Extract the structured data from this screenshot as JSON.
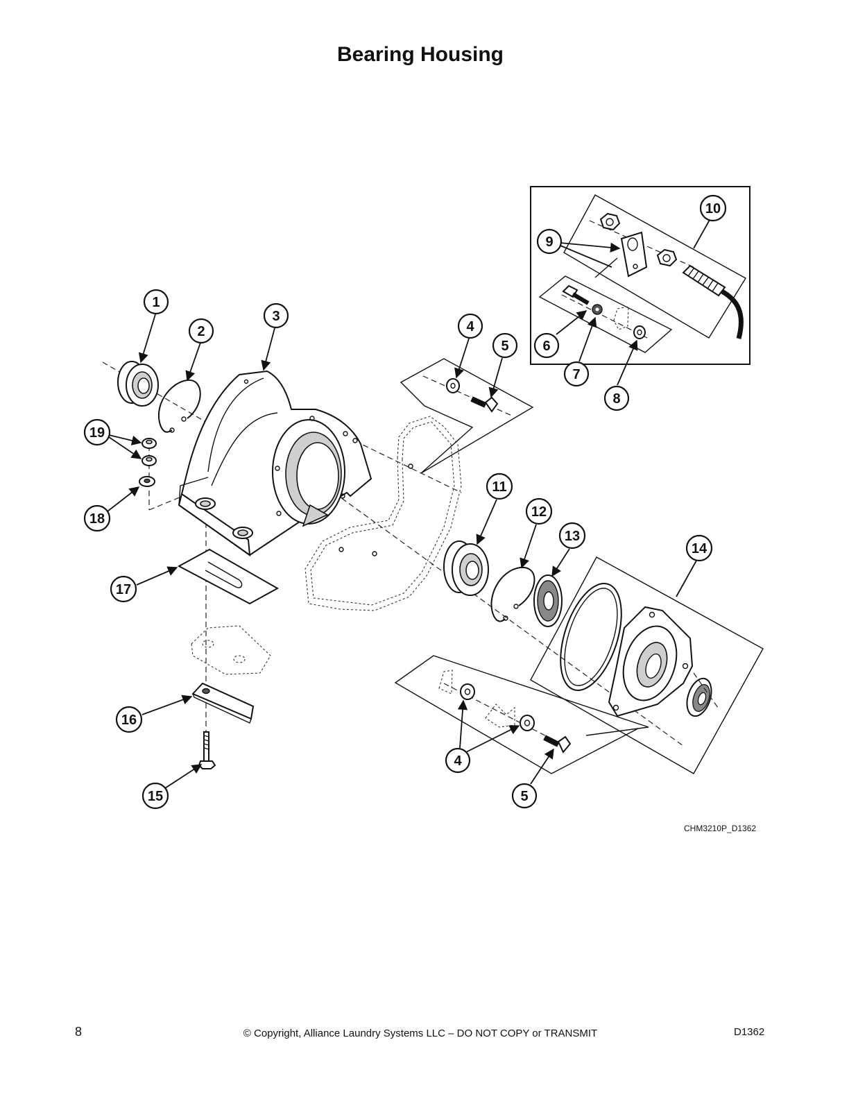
{
  "title": "Bearing Housing",
  "drawing_id": "CHM3210P_D1362",
  "footer": {
    "page_number": "8",
    "copyright": "© Copyright, Alliance Laundry Systems LLC – DO NOT COPY or TRANSMIT",
    "document_code": "D1362"
  },
  "callouts": [
    {
      "id": "c1",
      "label": "1"
    },
    {
      "id": "c2",
      "label": "2"
    },
    {
      "id": "c3",
      "label": "3"
    },
    {
      "id": "c4a",
      "label": "4"
    },
    {
      "id": "c5a",
      "label": "5"
    },
    {
      "id": "c6",
      "label": "6"
    },
    {
      "id": "c7",
      "label": "7"
    },
    {
      "id": "c8",
      "label": "8"
    },
    {
      "id": "c9",
      "label": "9"
    },
    {
      "id": "c10",
      "label": "10"
    },
    {
      "id": "c11",
      "label": "11"
    },
    {
      "id": "c12",
      "label": "12"
    },
    {
      "id": "c13",
      "label": "13"
    },
    {
      "id": "c14",
      "label": "14"
    },
    {
      "id": "c15",
      "label": "15"
    },
    {
      "id": "c16",
      "label": "16"
    },
    {
      "id": "c17",
      "label": "17"
    },
    {
      "id": "c18",
      "label": "18"
    },
    {
      "id": "c19",
      "label": "19"
    },
    {
      "id": "c4b",
      "label": "4"
    },
    {
      "id": "c5b",
      "label": "5"
    }
  ]
}
